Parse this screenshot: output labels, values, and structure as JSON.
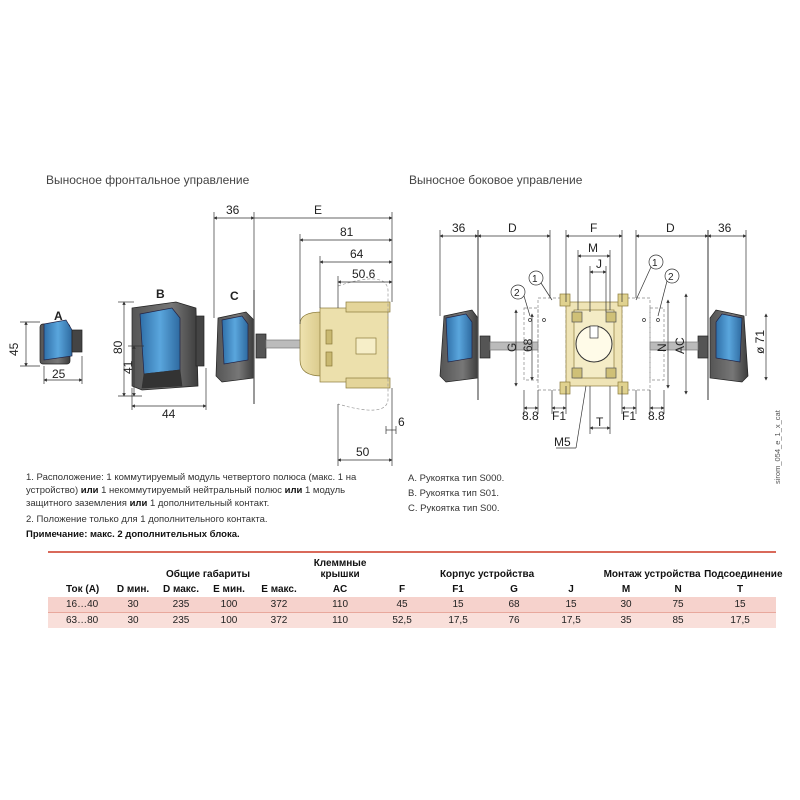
{
  "headings": {
    "front": "Выносное фронтальное управление",
    "side": "Выносное боковое управление"
  },
  "front_drawing": {
    "label_A": "A",
    "label_B": "B",
    "label_C": "C",
    "dim_45": "45",
    "dim_25": "25",
    "dim_80": "80",
    "dim_41": "41",
    "dim_44": "44",
    "dim_36": "36",
    "dim_E": "E",
    "dim_81": "81",
    "dim_64": "64",
    "dim_50_6": "50.6",
    "dim_6": "6",
    "dim_50": "50"
  },
  "side_drawing": {
    "dim_36_left": "36",
    "dim_D_left": "D",
    "dim_F": "F",
    "dim_D_right": "D",
    "dim_36_right": "36",
    "dim_M": "M",
    "dim_J": "J",
    "callout_1_left": "1",
    "callout_2_left": "2",
    "callout_1_right": "1",
    "callout_2_right": "2",
    "dim_G": "G",
    "dim_68": "68",
    "dim_N": "N",
    "dim_AC": "AC",
    "dim_dia71": "ø 71",
    "dim_8_8_left": "8.8",
    "dim_F1_left": "F1",
    "dim_F1_right": "F1",
    "dim_8_8_right": "8.8",
    "dim_T": "T",
    "dim_M5": "M5",
    "code": "sirom_054_e_1_x_cat"
  },
  "notes_left": {
    "n1_a": "1. Расположение: 1 коммутируемый модуль четвертого полюса (макс. 1 на",
    "n1_b_pre": "устройство) ",
    "n1_b_or1": "или",
    "n1_b_mid": " 1 некоммутируемый нейтральный полюс ",
    "n1_b_or2": "или",
    "n1_b_post": " 1 модуль",
    "n1_c_pre": "защитного заземления ",
    "n1_c_or": "или",
    "n1_c_post": " 1 дополнительный контакт.",
    "n2": "2. Положение только для 1 дополнительного контакта.",
    "note": "Примечание: макс. 2 дополнительных блока."
  },
  "notes_right": {
    "a": "A. Рукоятка тип S000.",
    "b": "B. Рукоятка тип S01.",
    "c": "C. Рукоятка тип S00."
  },
  "table": {
    "group_headers": {
      "overall": "Общие габариты",
      "covers_1": "Клеммные",
      "covers_2": "крышки",
      "body": "Корпус устройства",
      "mounting": "Монтаж устройства",
      "connection": "Подсоединение"
    },
    "columns": [
      "Ток (A)",
      "D мин.",
      "D макс.",
      "E мин.",
      "E макс.",
      "AC",
      "F",
      "F1",
      "G",
      "J",
      "M",
      "N",
      "T"
    ],
    "rows": [
      [
        "16…40",
        "30",
        "235",
        "100",
        "372",
        "110",
        "45",
        "15",
        "68",
        "15",
        "30",
        "75",
        "15"
      ],
      [
        "63…80",
        "30",
        "235",
        "100",
        "372",
        "110",
        "52,5",
        "17,5",
        "76",
        "17,5",
        "35",
        "85",
        "17,5"
      ]
    ]
  }
}
